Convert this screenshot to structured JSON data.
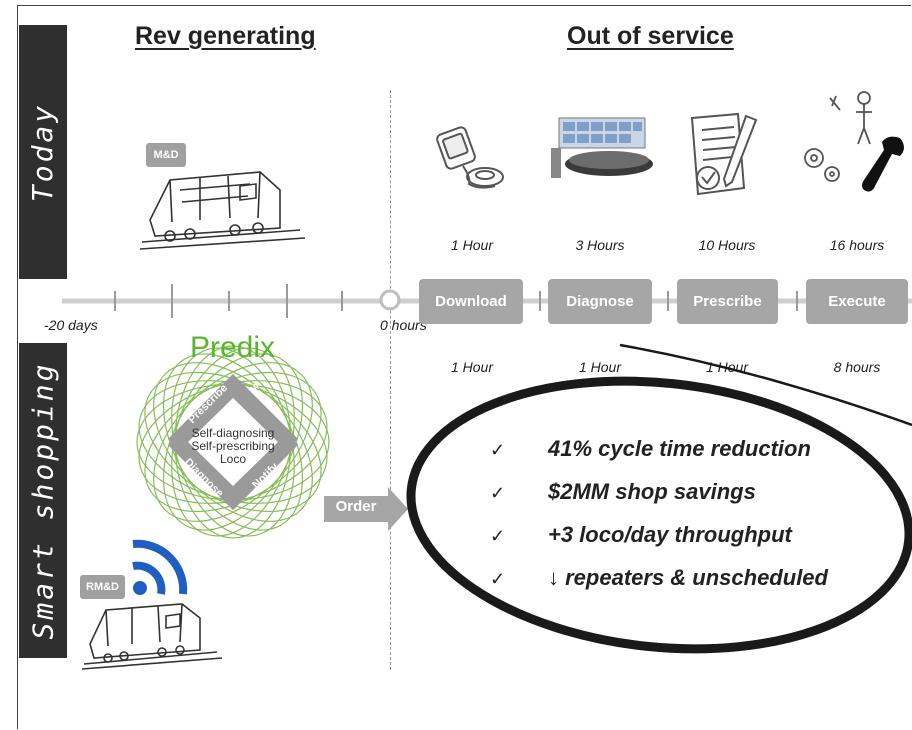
{
  "headers": {
    "rev_generating": "Rev generating",
    "out_of_service": "Out of service"
  },
  "sidebands": {
    "today": "Today",
    "smart_shopping": "Smart shopping"
  },
  "timeline": {
    "left_label": "-20 days",
    "zero_label": "0 hours"
  },
  "steps": [
    {
      "label": "Download",
      "today_hours": "1 Hour",
      "smart_hours": "1 Hour",
      "icon": "field-device-icon"
    },
    {
      "label": "Diagnose",
      "today_hours": "3 Hours",
      "smart_hours": "1 Hour",
      "icon": "data-center-icon"
    },
    {
      "label": "Prescribe",
      "today_hours": "10 Hours",
      "smart_hours": "1 Hour",
      "icon": "document-pen-icon"
    },
    {
      "label": "Execute",
      "today_hours": "16 hours",
      "smart_hours": "8 hours",
      "icon": "tools-gears-icon"
    }
  ],
  "tags": {
    "md": "M&D",
    "rmd": "RM&D"
  },
  "predix": {
    "title": "Predix",
    "center": [
      "Self-diagnosing",
      "Self-prescribing",
      "Loco"
    ],
    "quadrants": [
      "Prescribe",
      "Source",
      "Diagnose",
      "Notify"
    ]
  },
  "order_label": "Order",
  "results": [
    "41% cycle time reduction",
    "$2MM shop savings",
    "+3 loco/day throughput",
    "↓ repeaters & unscheduled"
  ],
  "check_glyph": "✓",
  "colors": {
    "sideband": "#2f2f2f",
    "step_fill": "#a6a6a6",
    "predix_green": "#58b52d",
    "ring_green": "#7ab648",
    "wifi_blue": "#1f5fbf",
    "timeline_gray": "#cfcfcf"
  }
}
